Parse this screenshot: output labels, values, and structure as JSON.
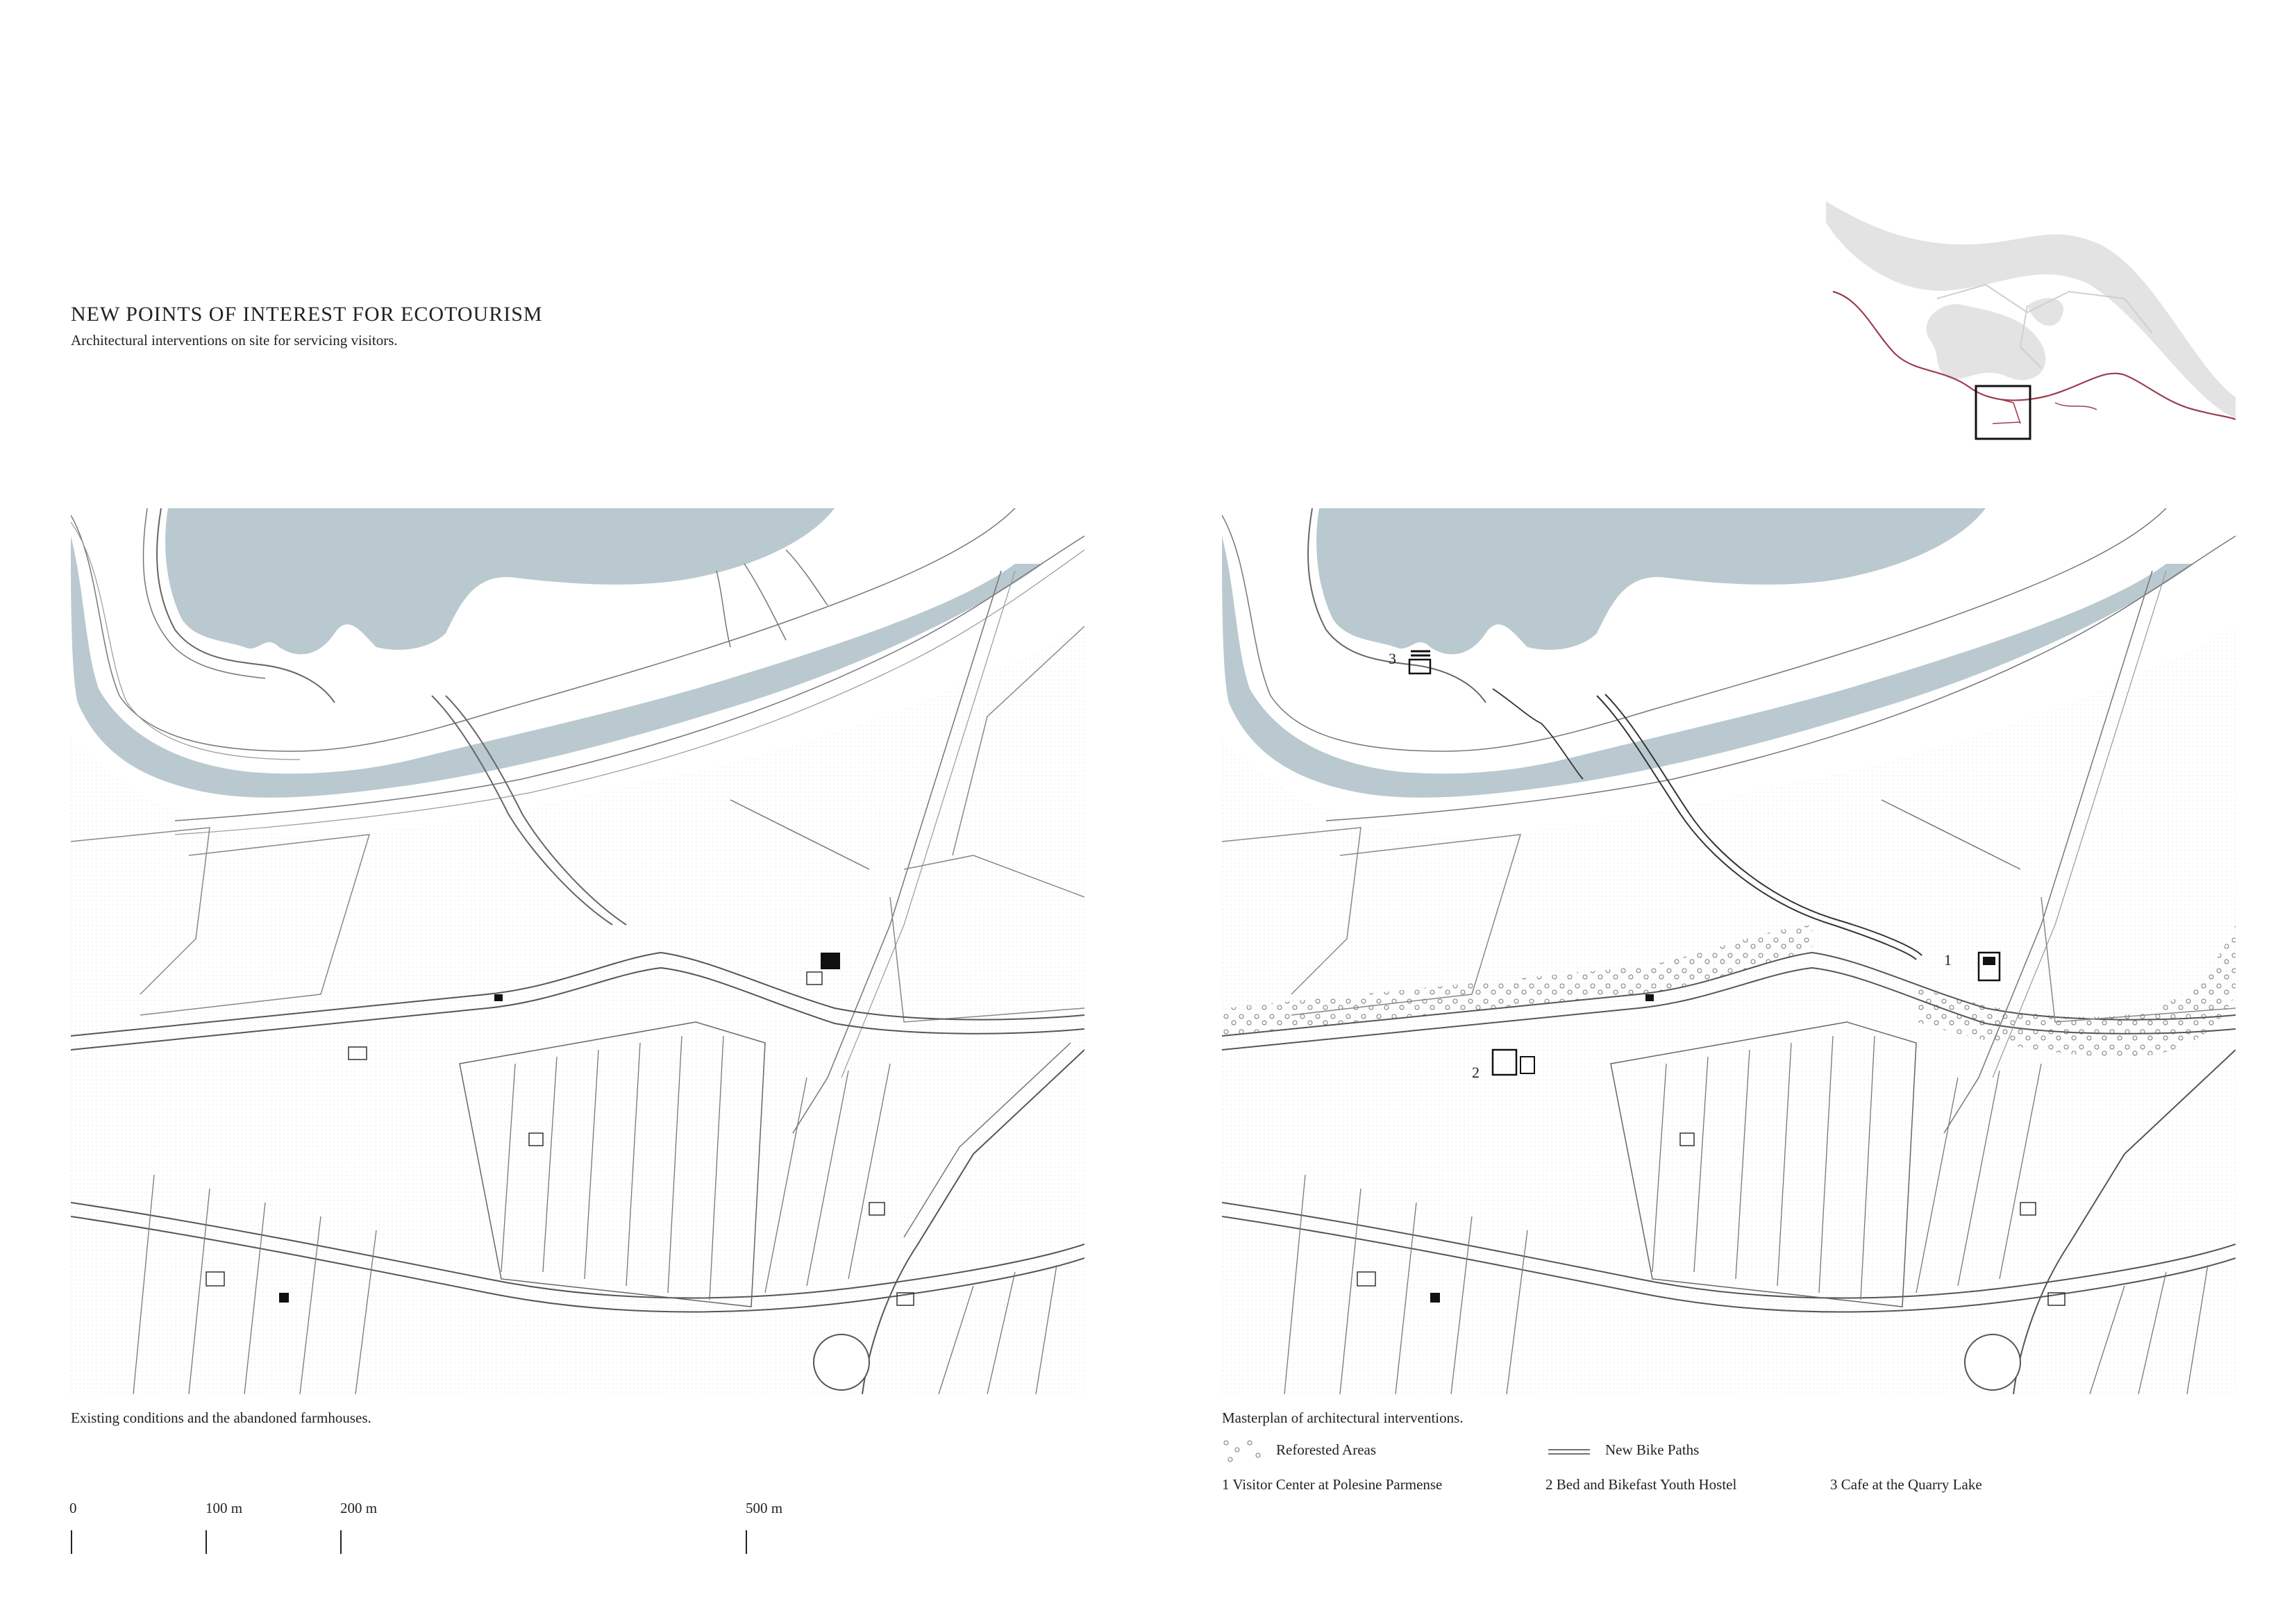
{
  "header": {
    "title": "NEW POINTS OF INTEREST FOR ECOTOURISM",
    "subtitle": "Architectural interventions on site for servicing visitors."
  },
  "maps": {
    "existing": {
      "caption": "Existing conditions and the abandoned farmhouses."
    },
    "masterplan": {
      "caption": "Masterplan of architectural interventions.",
      "markers": [
        "1",
        "2",
        "3"
      ]
    }
  },
  "scale_bar": {
    "labels": [
      "0",
      "100 m",
      "200 m",
      "500 m"
    ]
  },
  "legend": {
    "reforested": "Reforested Areas",
    "bike_paths": "New Bike Paths",
    "items": [
      "1  Visitor Center at Polesine Parmense",
      "2  Bed and Bikefast Youth Hostel",
      "3  Cafe at the Quarry Lake"
    ]
  },
  "colors": {
    "water": "#b9c9cf",
    "river_band": "#e5e5e5",
    "boundary": "#9c3d4f",
    "line": "#555555"
  }
}
